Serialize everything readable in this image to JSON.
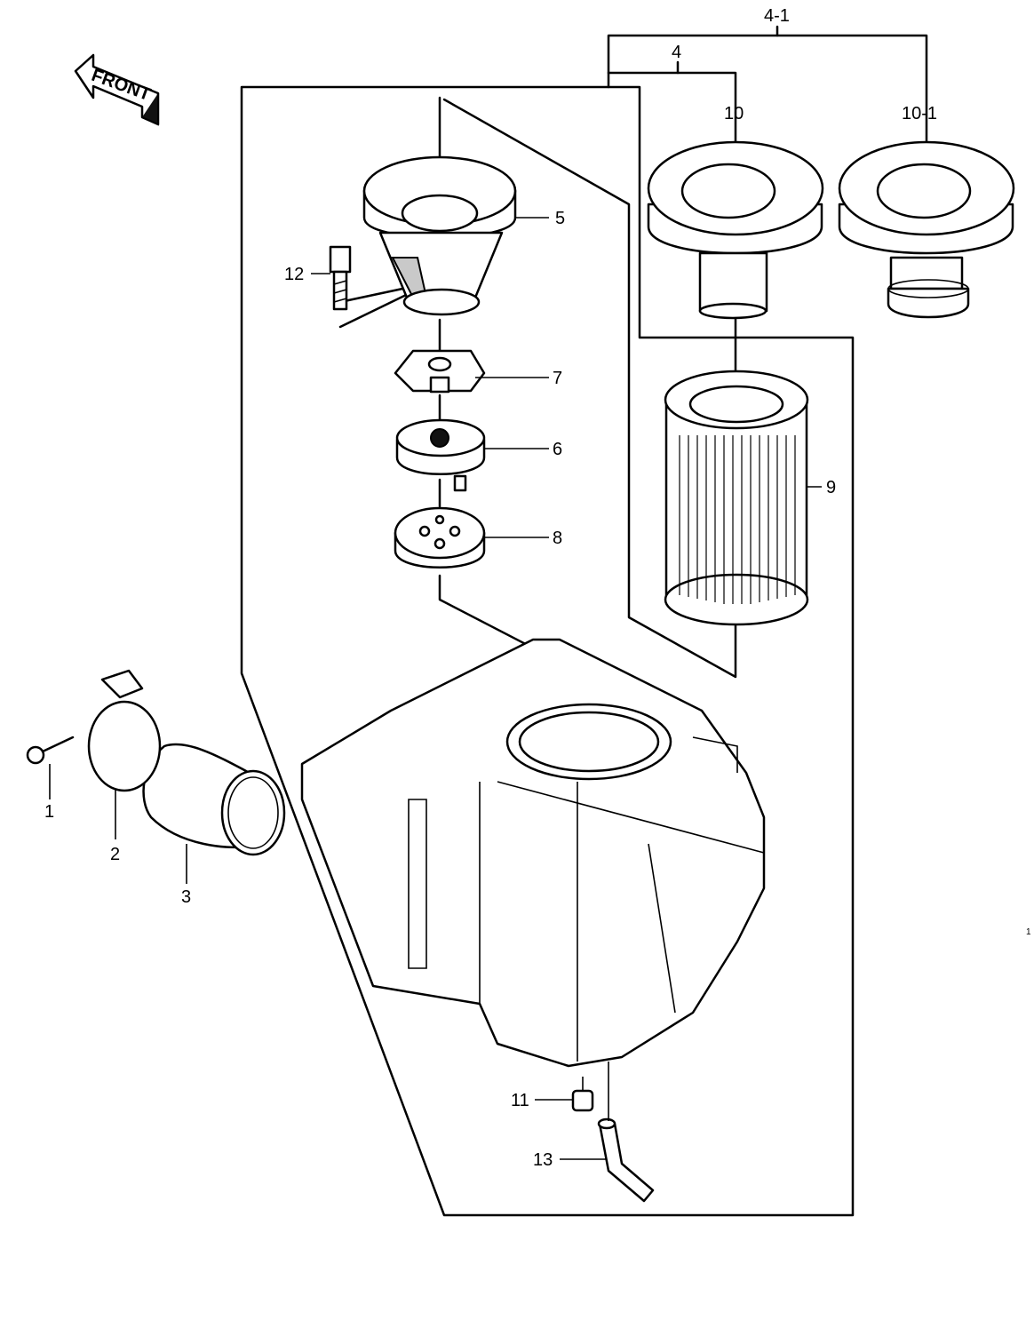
{
  "front_arrow": {
    "text": "FRONT"
  },
  "callouts": {
    "p1": "1",
    "p2": "2",
    "p3": "3",
    "p4": "4",
    "p4_1": "4-1",
    "p5": "5",
    "p6": "6",
    "p7": "7",
    "p8": "8",
    "p9": "9",
    "p10": "10",
    "p10_1": "10-1",
    "p11": "11",
    "p12": "12",
    "p13": "13"
  },
  "page_ref": "1"
}
